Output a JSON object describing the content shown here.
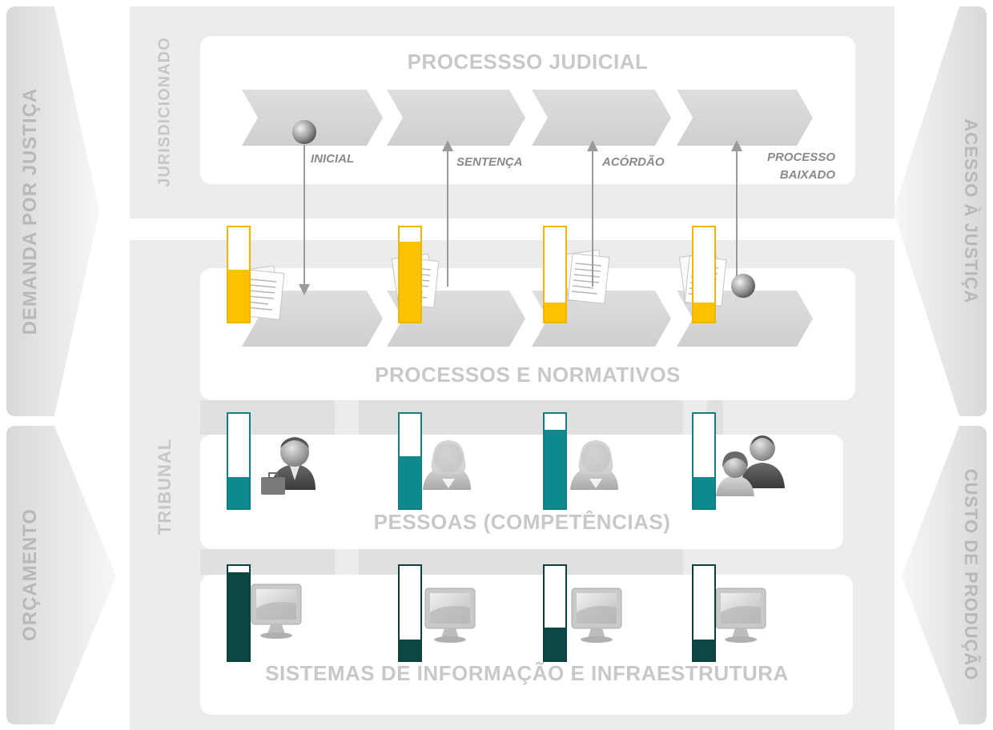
{
  "side_labels": {
    "left_top": "DEMANDA POR JUSTIÇA",
    "left_bottom": "ORÇAMENTO",
    "right_top": "ACESSO À JUSTIÇA",
    "right_bottom": "CUSTO DE PRODUÇÃO"
  },
  "section_labels": {
    "upper": "JURISDICIONADO",
    "lower": "TRIBUNAL"
  },
  "panels": {
    "judicial": "PROCESSSO JUDICIAL",
    "processos": "PROCESSOS E NORMATIVOS",
    "pessoas": "PESSOAS (COMPETÊNCIAS)",
    "sistemas": "SISTEMAS DE INFORMAÇÃO E INFRAESTRUTURA"
  },
  "milestones": {
    "m1": "INICIAL",
    "m2": "SENTENÇA",
    "m3": "ACÓRDÃO",
    "m4a": "PROCESSO",
    "m4b": "BAIXADO"
  },
  "gauges": {
    "processos": [
      0.55,
      0.85,
      0.2,
      0.2
    ],
    "pessoas": [
      0.33,
      0.55,
      0.83,
      0.33
    ],
    "sistemas": [
      0.93,
      0.22,
      0.35,
      0.22
    ]
  },
  "colors": {
    "gold": "#fbc200",
    "teal": "#0e8a8f",
    "dark_teal": "#0d4743",
    "band_gray": "#ececec",
    "chevron_gray": "#dcdcdc"
  },
  "icons": {
    "documents": "document-stack-icon",
    "people": [
      "businessman-icon",
      "judge-icon",
      "judge-icon",
      "group-icon"
    ],
    "systems": "computer-monitor-icon",
    "marker": "sphere-marker-icon"
  }
}
